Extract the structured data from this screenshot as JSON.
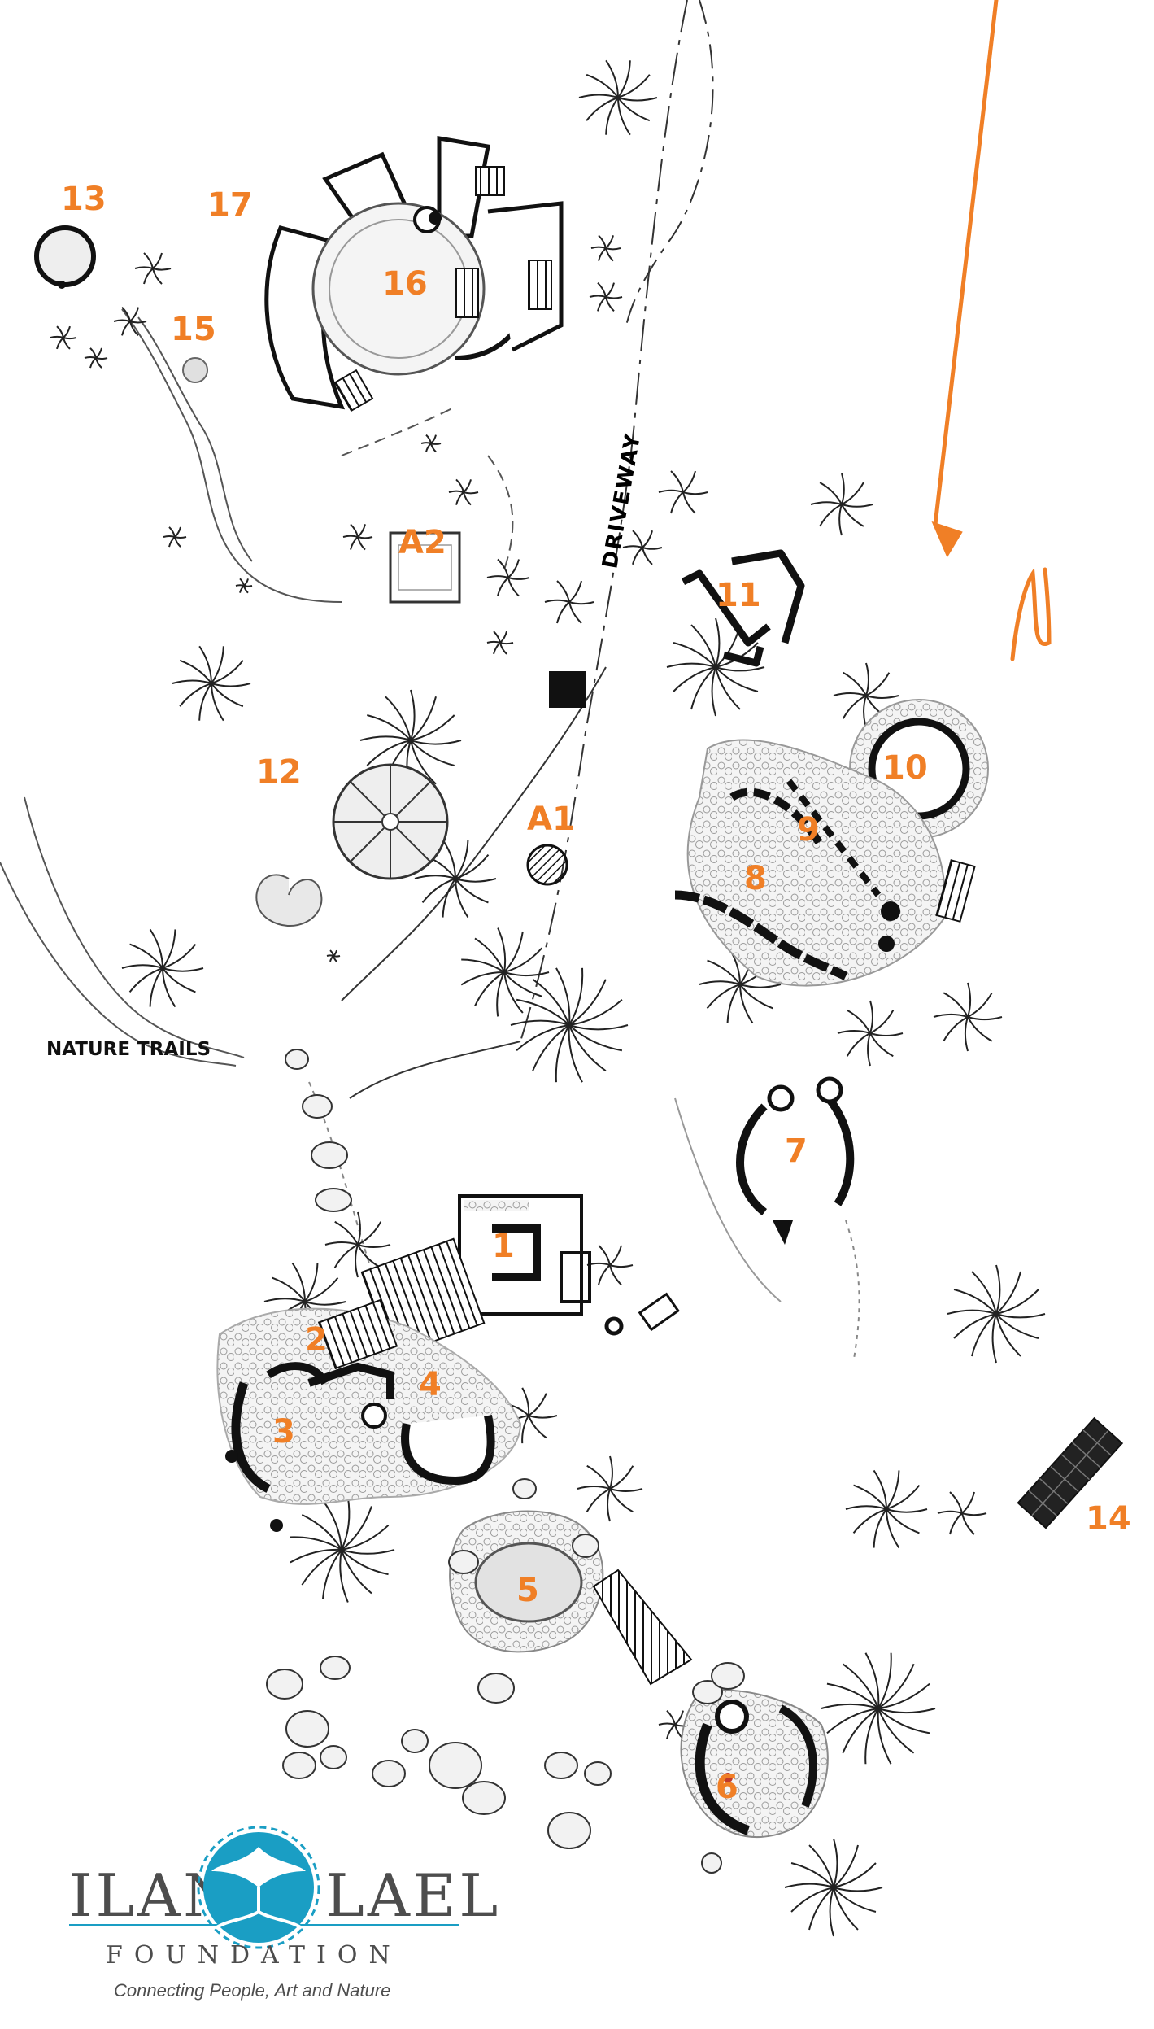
{
  "colors": {
    "accent": "#f07f26",
    "ink": "#1c1c1c",
    "logo_gray": "#4d4d4d",
    "logo_blue": "#1a9ec4"
  },
  "map": {
    "road_label": "DRIVEWAY",
    "trails_label": "NATURE TRAILS",
    "north_label": "N",
    "markers": [
      {
        "id": "13",
        "text": "13"
      },
      {
        "id": "17",
        "text": "17"
      },
      {
        "id": "16",
        "text": "16"
      },
      {
        "id": "15",
        "text": "15"
      },
      {
        "id": "A2",
        "text": "A2"
      },
      {
        "id": "11",
        "text": "11"
      },
      {
        "id": "10",
        "text": "10"
      },
      {
        "id": "12",
        "text": "12"
      },
      {
        "id": "A1",
        "text": "A1"
      },
      {
        "id": "9",
        "text": "9"
      },
      {
        "id": "8",
        "text": "8"
      },
      {
        "id": "7",
        "text": "7"
      },
      {
        "id": "1",
        "text": "1"
      },
      {
        "id": "2",
        "text": "2"
      },
      {
        "id": "4",
        "text": "4"
      },
      {
        "id": "3",
        "text": "3"
      },
      {
        "id": "14",
        "text": "14"
      },
      {
        "id": "5",
        "text": "5"
      },
      {
        "id": "6",
        "text": "6"
      }
    ]
  },
  "logo": {
    "left_word": "ILAN",
    "right_word": "LAEL",
    "subtitle": "FOUNDATION",
    "tagline": "Connecting People, Art and Nature",
    "icon": "tree-roots-icon"
  }
}
